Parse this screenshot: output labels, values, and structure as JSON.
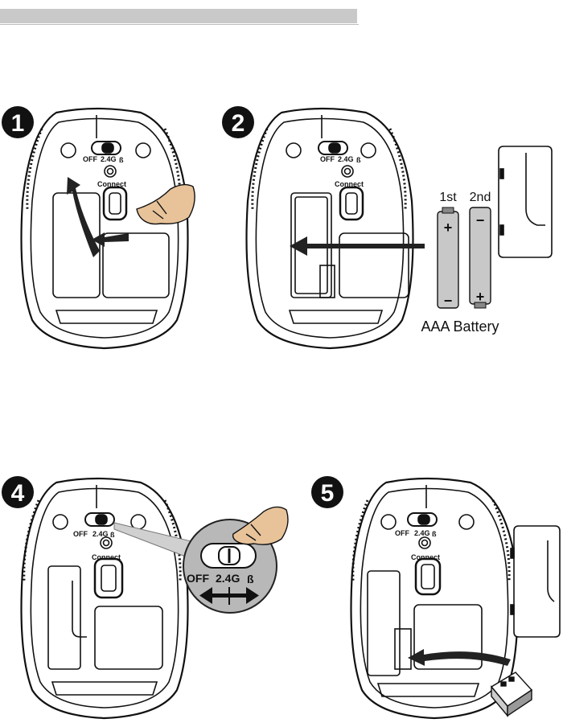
{
  "steps": [
    {
      "number": "1"
    },
    {
      "number": "2"
    },
    {
      "number": "4"
    },
    {
      "number": "5"
    }
  ],
  "mouse_labels": {
    "off": "OFF",
    "band": "2.4G",
    "bluetooth_symbol": "ß",
    "connect": "Connect"
  },
  "battery": {
    "first": "1st",
    "second": "2nd",
    "plus": "+",
    "minus": "−",
    "caption": "AAA Battery"
  },
  "zoom": {
    "off": "OFF",
    "band": "2.4G",
    "bluetooth_symbol": "ß"
  },
  "colors": {
    "accent_arrow": "#222222",
    "skin": "#e8c39a",
    "zoom_circle": "#b8b8b8",
    "header_bar": "#c9c9c9"
  }
}
